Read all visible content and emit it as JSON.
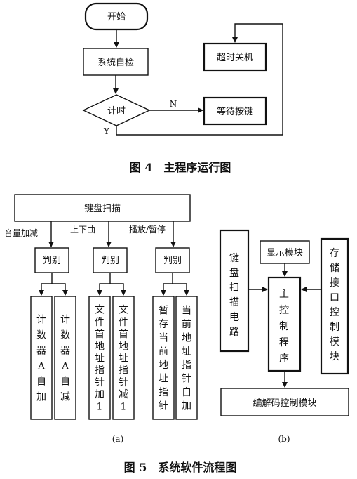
{
  "fig4": {
    "start": "开始",
    "self_check": "系统自检",
    "timer": "计时",
    "timeout_shutdown": "超时关机",
    "wait_key": "等待按键",
    "label_n": "N",
    "label_y": "Y",
    "caption": "图 4　主程序运行图"
  },
  "fig5a": {
    "keyboard_scan": "键盘扫描",
    "branch_volume": "音量加减",
    "branch_track": "上下曲",
    "branch_play": "播放/暂停",
    "judge": [
      "判别",
      "判别",
      "判别"
    ],
    "leaves": [
      [
        "计",
        "数",
        "器",
        "A",
        "自",
        "加"
      ],
      [
        "计",
        "数",
        "器",
        "A",
        "自",
        "减"
      ],
      [
        "文",
        "件",
        "首",
        "地",
        "址",
        "指",
        "针",
        "加",
        "1"
      ],
      [
        "文",
        "件",
        "首",
        "地",
        "址",
        "指",
        "针",
        "减",
        "1"
      ],
      [
        "暂",
        "存",
        "当",
        "前",
        "地",
        "址",
        "指",
        "针"
      ],
      [
        "当",
        "前",
        "地",
        "址",
        "指",
        "针",
        "自",
        "加"
      ]
    ],
    "sub_label": "(a)"
  },
  "fig5b": {
    "display_module": "显示模块",
    "keyboard_scan_circuit": [
      "键",
      "盘",
      "扫",
      "描",
      "电",
      "路"
    ],
    "main_program": [
      "主",
      "控",
      "制",
      "程",
      "序"
    ],
    "storage_interface": [
      "存",
      "储",
      "接",
      "口",
      "控",
      "制",
      "模",
      "块"
    ],
    "codec_module": "编解码控制模块",
    "sub_label": "(b)"
  },
  "caption5": "图 5　系统软件流程图"
}
